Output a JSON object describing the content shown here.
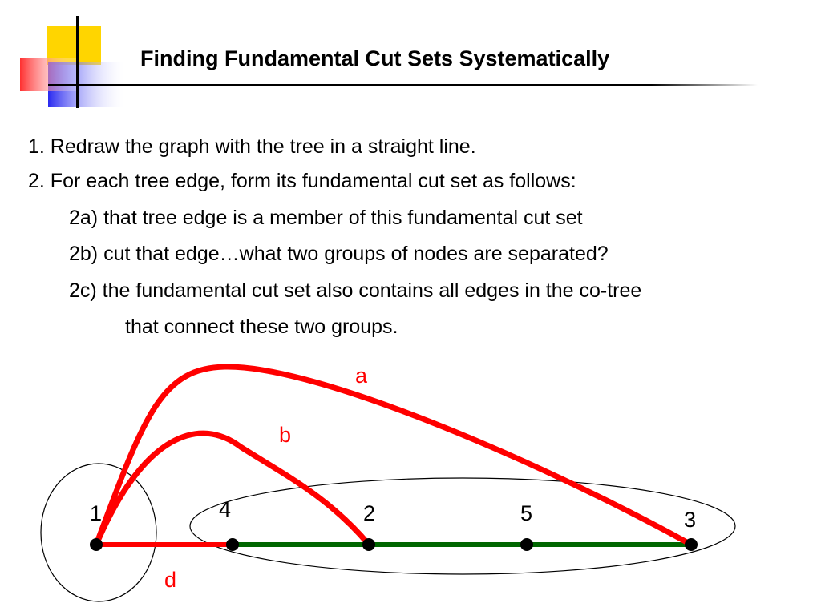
{
  "slide": {
    "title": "Finding Fundamental Cut Sets Systematically",
    "lines": [
      "1.  Redraw the graph with the tree in a straight line.",
      "2.  For each tree edge, form its fundamental cut set as follows:",
      "2a)  that tree edge is a member of this fundamental cut set",
      "2b)  cut that edge…what two groups of nodes are separated?",
      "2c)  the fundamental cut set also contains all edges in the co-tree",
      "that connect these two groups."
    ]
  },
  "diagram": {
    "nodes": [
      "1",
      "4",
      "2",
      "5",
      "3"
    ],
    "tree_edges": [
      {
        "from": "4",
        "to": "2"
      },
      {
        "from": "2",
        "to": "5"
      },
      {
        "from": "5",
        "to": "3"
      }
    ],
    "cotree_edges": [
      {
        "label": "a",
        "from": "1",
        "to": "3"
      },
      {
        "label": "b",
        "from": "1",
        "to": "2"
      },
      {
        "label": "d",
        "from": "1",
        "to": "4"
      }
    ],
    "groups": [
      {
        "nodes": [
          "1"
        ]
      },
      {
        "nodes": [
          "4",
          "2",
          "5",
          "3"
        ]
      }
    ]
  },
  "colors": {
    "cotree_edge": "#ff0000",
    "tree_edge": "#006600",
    "edge_label": "#ff0000",
    "logo_yellow": "#ffd500",
    "logo_blue": "#3d3df0",
    "logo_red": "#ff4040"
  }
}
